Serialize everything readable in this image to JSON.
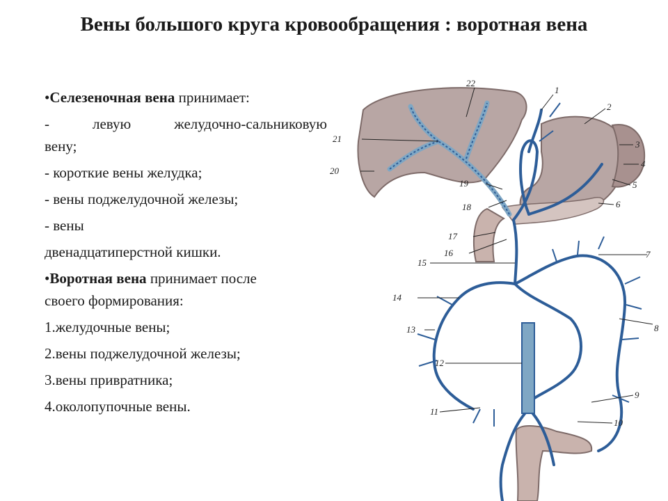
{
  "title": "Вены большого круга кровообращения : воротная вена",
  "left_text": {
    "splenic_vein_bold": "Селезеночная вена",
    "splenic_vein_rest": " принимает:",
    "splenic_items": [
      "- левую желудочно-сальниковую",
      "вену;",
      "- короткие вены желудка;",
      "- вены поджелудочной железы;",
      "- вены",
      "двенадцатиперстной кишки."
    ],
    "portal_vein_bold": "Воротная вена",
    "portal_vein_rest": " принимает после",
    "portal_line2": "своего формирования:",
    "portal_items": [
      "1.желудочные вены;",
      "2.вены поджелудочной железы;",
      "3.вены привратника;",
      "4.околопупочные вены."
    ]
  },
  "figure": {
    "labels": [
      "1",
      "2",
      "3",
      "4",
      "5",
      "6",
      "7",
      "8",
      "9",
      "10",
      "11",
      "12",
      "13",
      "14",
      "15",
      "16",
      "17",
      "18",
      "19",
      "20",
      "21",
      "22"
    ],
    "colors": {
      "organ": "#b8a6a4",
      "organ_dark": "#8f7b79",
      "vein": "#2d5d98",
      "vein_light": "#7fa7c4",
      "duodenum": "#c9b3ad"
    }
  }
}
